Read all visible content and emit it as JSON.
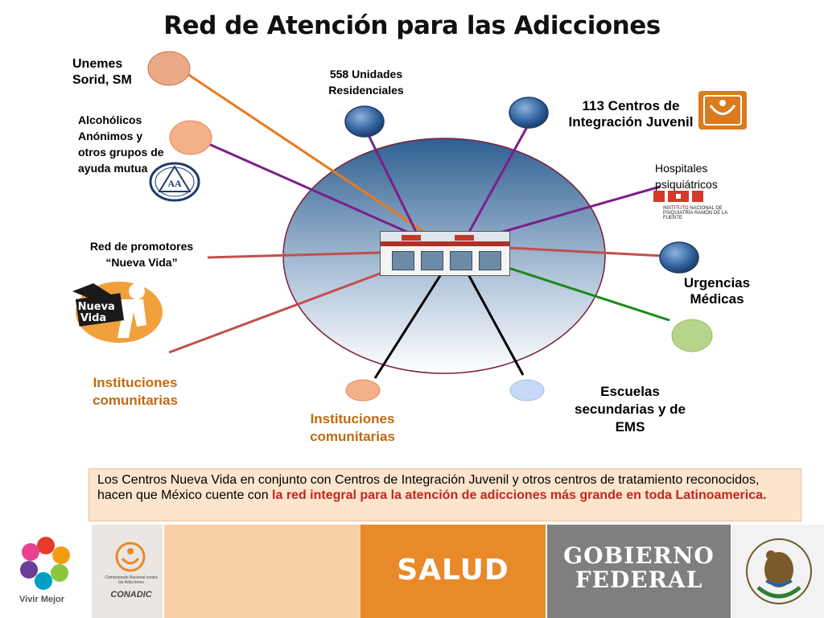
{
  "title": "Red de Atención para las Adicciones",
  "nodes": {
    "unemes": "Unemes Sorid, SM",
    "alcoholicos": "Alcohólicos Anónimos y otros grupos de ayuda mutua",
    "unidades_residenciales": "558 Unidades Residenciales",
    "centros_integracion": "113 Centros de Integración Juvenil",
    "hospitales": "Hospitales psiquiátricos",
    "promotores": "Red de promotores “Nueva Vida”",
    "urgencias": "Urgencias Médicas",
    "instituciones_left": "Instituciones comunitarias",
    "instituciones_bottom": "Instituciones comunitarias",
    "escuelas": "Escuelas secundarias y de EMS"
  },
  "logos": {
    "aa_logo": "AA",
    "nueva_vida_logo": "Nueva Vida",
    "inpf_logo": "INSTITUTO NACIONAL DE PSIQUIATRÍA RAMÓN DE LA FUENTE"
  },
  "info": {
    "text": "Los Centros Nueva Vida en conjunto con Centros de Integración Juvenil y otros centros de tratamiento reconocidos, hacen que México cuente con ",
    "highlight": "la red integral para la atención de adicciones más grande en toda Latinoamerica."
  },
  "footer": {
    "vivir_mejor": "Vivir Mejor",
    "conadic_small": "Comisionado Nacional contra las Adicciones",
    "conadic": "CONADIC",
    "salud": "SALUD",
    "gobierno_line1": "GOBIERNO",
    "gobierno_line2": "FEDERAL"
  },
  "colors": {
    "orange_line": "#e87a1e",
    "purple_line": "#7b1f8a",
    "red_line": "#c0504d",
    "green_line": "#1a8a1a",
    "black_line": "#000000",
    "blue_node": "#2e5f9a",
    "salmon_node": "#f4b088",
    "green_node": "#b7d48a",
    "light_blue_node": "#c7d9f6",
    "footer_salud": "#e8892a",
    "footer_gobierno": "#7f7f7f",
    "footer_peach": "#f9d1a8",
    "info_bg": "#fde4cc",
    "highlight_text": "#c0281c"
  }
}
